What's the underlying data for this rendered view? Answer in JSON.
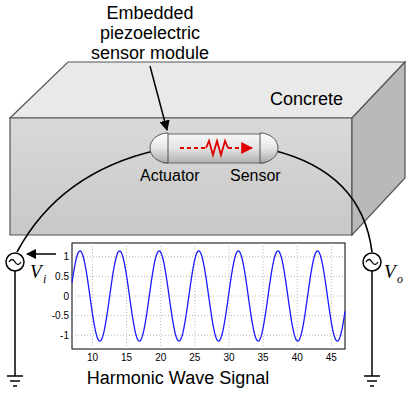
{
  "diagram": {
    "nodes": [
      {
        "text": [
          "Concrete"
        ]
      }
    ],
    "labels": [
      "Embedded piezoelectric sensor module",
      "Actuator",
      "Sensor",
      "V",
      "i",
      "V",
      "o",
      "1",
      "0.5",
      "0",
      "-0.5",
      "-1",
      "10",
      "15",
      "20",
      "25",
      "30",
      "35",
      "40",
      "45",
      "Harmonic Wave Signal"
    ]
  }
}
